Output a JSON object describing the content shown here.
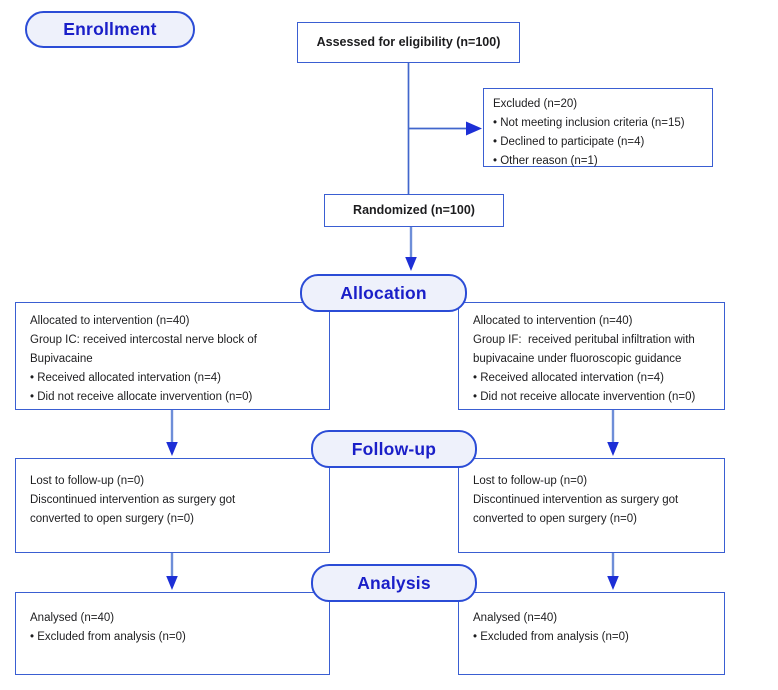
{
  "colors": {
    "box_border": "#3a5ed2",
    "pill_border": "#2b4cd6",
    "pill_fill": "#eef1fb",
    "pill_text": "#1a1fc8",
    "connector_line": "#4166cc",
    "arrow_stem": "#6e8ed8",
    "arrow_head": "#1d2fd6",
    "body_text": "#1d1d1f"
  },
  "stages": {
    "enrollment": "Enrollment",
    "allocation": "Allocation",
    "followup": "Follow-up",
    "analysis": "Analysis"
  },
  "boxes": {
    "assessed": {
      "text": "Assessed for eligibility (n=100)"
    },
    "excluded": {
      "lines": [
        "Excluded (n=20)",
        "• Not meeting inclusion criteria (n=15)",
        "• Declined to participate (n=4)",
        "• Other reason (n=1)"
      ]
    },
    "randomized": {
      "text": "Randomized (n=100)"
    },
    "alloc_left": {
      "lines": [
        "Allocated to intervention (n=40)",
        "Group IC: received intercostal nerve block of",
        "Bupivacaine",
        "• Received allocated intervation (n=4)",
        "• Did not receive allocate invervention (n=0)"
      ]
    },
    "alloc_right": {
      "lines": [
        "Allocated to intervention (n=40)",
        "Group IF:  received peritubal infiltration with",
        "bupivacaine under fluoroscopic guidance",
        "• Received allocated intervation (n=4)",
        "• Did not receive allocate invervention (n=0)"
      ]
    },
    "follow_left": {
      "lines": [
        "Lost to follow-up (n=0)",
        "Discontinued intervention as surgery got",
        "converted to open surgery (n=0)"
      ]
    },
    "follow_right": {
      "lines": [
        "Lost to follow-up (n=0)",
        "Discontinued intervention as surgery got",
        "converted to open surgery (n=0)"
      ]
    },
    "analysis_left": {
      "lines": [
        "Analysed (n=40)",
        "• Excluded from analysis (n=0)"
      ]
    },
    "analysis_right": {
      "lines": [
        "Analysed (n=40)",
        "• Excluded from analysis (n=0)"
      ]
    }
  }
}
